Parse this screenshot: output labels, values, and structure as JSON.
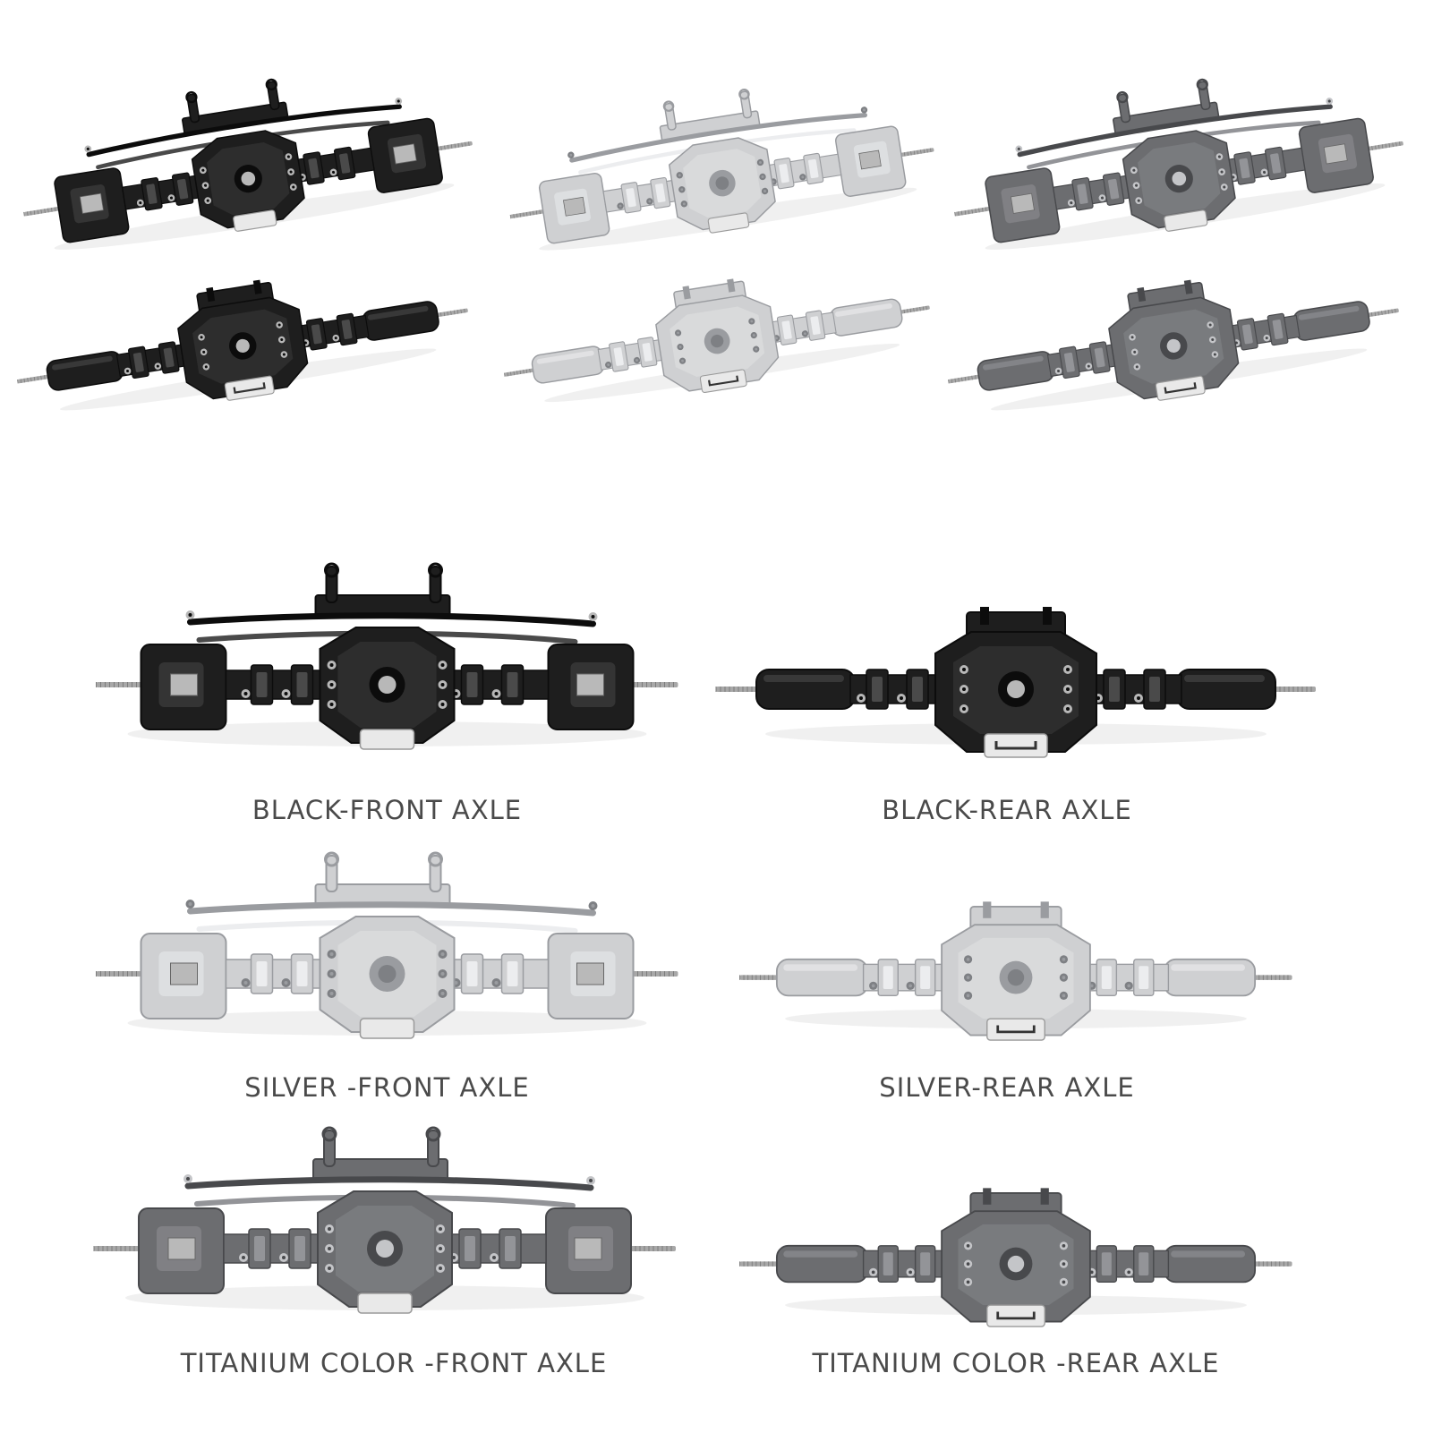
{
  "colors": {
    "black": {
      "body": "#1e1e1e",
      "dark": "#0c0c0c",
      "light": "#4a4a4a",
      "bolt": "#b8b8b8"
    },
    "silver": {
      "body": "#cfd0d2",
      "dark": "#9a9ca0",
      "light": "#ecedef",
      "bolt": "#7e8084"
    },
    "titanium": {
      "body": "#6c6d70",
      "dark": "#48494c",
      "light": "#939498",
      "bolt": "#c4c5c8"
    },
    "label_text": "#4a4a4a"
  },
  "top_row": [
    {
      "variant": "black"
    },
    {
      "variant": "silver"
    },
    {
      "variant": "titanium"
    }
  ],
  "grid": [
    {
      "front_label": "BLACK-FRONT AXLE",
      "rear_label": "BLACK-REAR AXLE",
      "variant": "black"
    },
    {
      "front_label": "SILVER -FRONT AXLE",
      "rear_label": "SILVER-REAR AXLE",
      "variant": "silver"
    },
    {
      "front_label": "TITANIUM COLOR -FRONT AXLE",
      "rear_label": "TITANIUM COLOR -REAR AXLE",
      "variant": "titanium"
    }
  ]
}
